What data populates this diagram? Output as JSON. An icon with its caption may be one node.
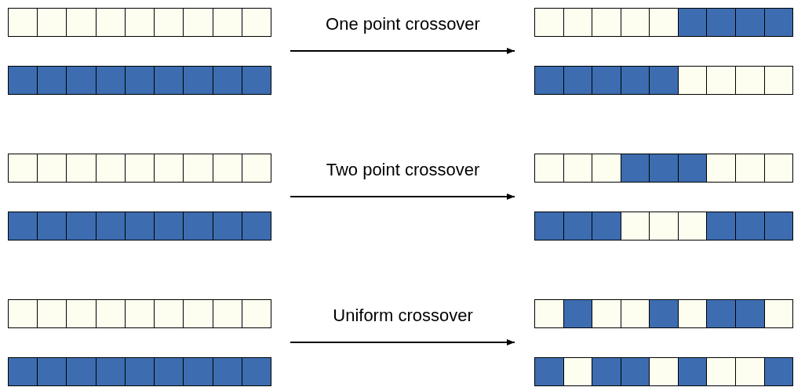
{
  "diagram": {
    "nodes": [
      {
        "text": [],
        "shape": "bar"
      },
      {
        "text": [],
        "shape": "bar"
      },
      {
        "text": [],
        "shape": "bar"
      },
      {
        "text": [],
        "shape": "bar"
      },
      {
        "text": [],
        "shape": "bar"
      },
      {
        "text": [],
        "shape": "bar"
      },
      {
        "text": [],
        "shape": "bar"
      },
      {
        "text": [],
        "shape": "bar"
      },
      {
        "text": [],
        "shape": "bar"
      },
      {
        "text": [],
        "shape": "bar"
      },
      {
        "text": [],
        "shape": "bar"
      },
      {
        "text": [],
        "shape": "bar"
      }
    ],
    "edges": [
      {
        "from": 0,
        "to": 1,
        "arrow": "to",
        "label": "One point crossover"
      },
      {
        "from": 4,
        "to": 5,
        "arrow": "to",
        "label": "Two point crossover"
      },
      {
        "from": 8,
        "to": 9,
        "arrow": "to",
        "label": "Uniform crossover"
      }
    ]
  }
}
